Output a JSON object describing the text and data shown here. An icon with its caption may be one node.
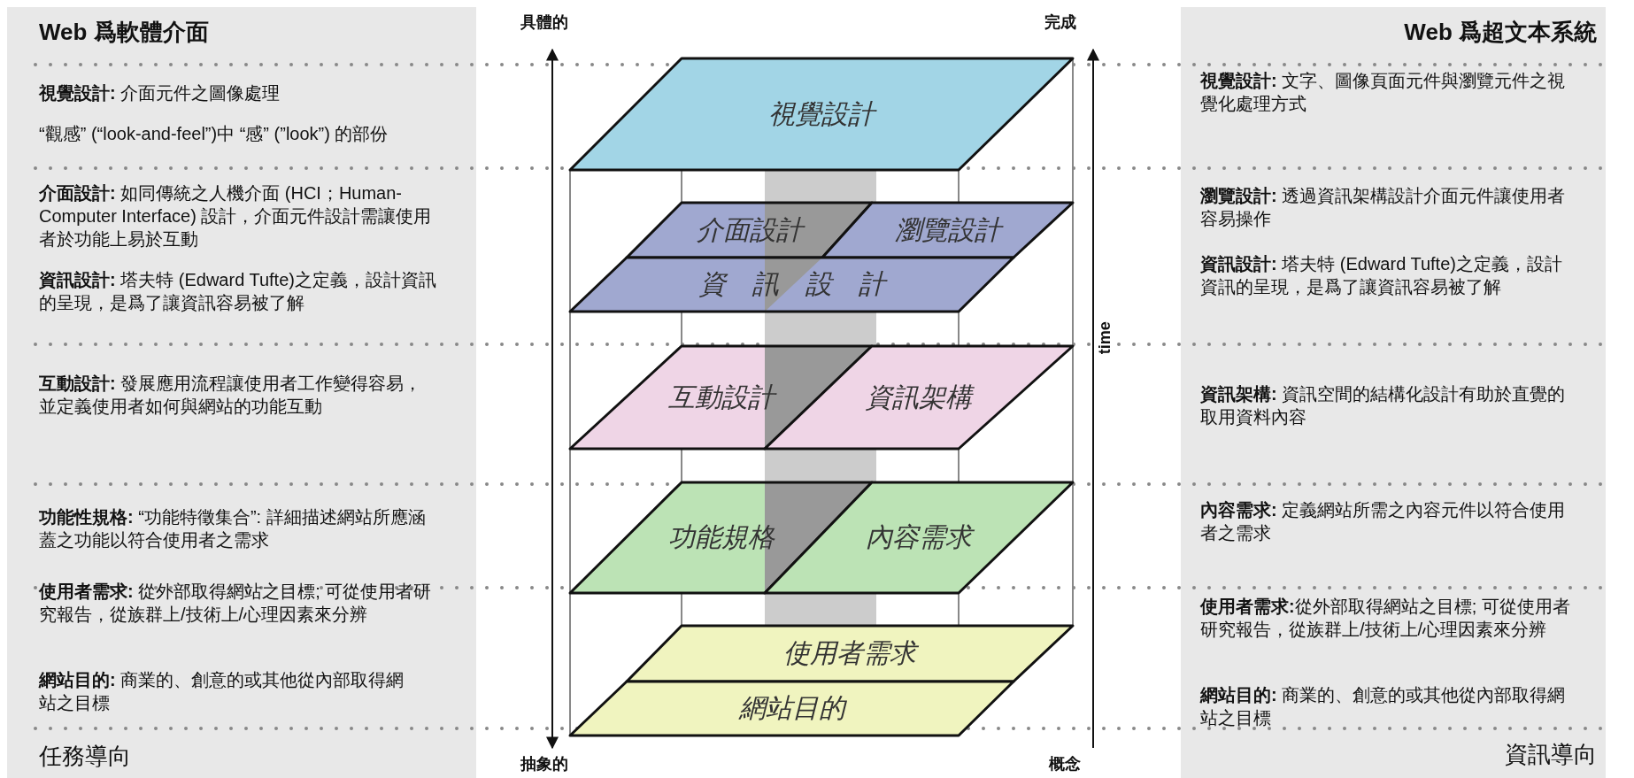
{
  "diagram": {
    "nodes": [
      {
        "text": [
          "視覺設計"
        ]
      },
      {
        "text": [
          "介面設計"
        ]
      },
      {
        "text": [
          "瀏覽設計"
        ]
      },
      {
        "text": [
          "資　訊　設　計"
        ]
      },
      {
        "text": [
          "互動設計"
        ]
      },
      {
        "text": [
          "資訊架構"
        ]
      },
      {
        "text": [
          "功能規格"
        ]
      },
      {
        "text": [
          "內容需求"
        ]
      },
      {
        "text": [
          "使用者需求"
        ]
      },
      {
        "text": [
          "網站目的"
        ]
      }
    ],
    "labels": [
      "Web 爲軟體介面",
      "**視覺設計:** 介面元件之圖像處理",
      "“觀感” (“look-and-feel”)中 “感” (”look”) 的部份",
      "**介面設計:** 如同傳統之人機介面 (HCI；Human-Computer Interface) 設計，介面元件設計需讓使用者於功能上易於互動",
      "**資訊設計:** 塔夫特 (Edward Tufte)之定義，設計資訊的呈現，是爲了讓資訊容易被了解",
      "**互動設計:** 發展應用流程讓使用者工作變得容易，並定義使用者如何與網站的功能互動",
      "**功能性規格:** “功能特徵集合”: 詳細描述網站所應涵蓋之功能以符合使用者之需求",
      "**使用者需求:** 從外部取得網站之目標; 可從使用者研究報告，從族群上/技術上/心理因素來分辨",
      "**網站目的:** 商業的、創意的或其他從內部取得網站之目標",
      "任務導向",
      "具體的",
      "完成",
      "time",
      "抽象的",
      "概念",
      "Web 爲超文本系統",
      "**視覺設計:** 文字、圖像頁面元件與瀏覽元件之視覺化處理方式",
      "**瀏覽設計:** 透過資訊架構設計介面元件讓使用者容易操作",
      "**資訊設計:** 塔夫特 (Edward Tufte)之定義，設計資訊的呈現，是爲了讓資訊容易被了解",
      "**資訊架構:** 資訊空間的結構化設計有助於直覺的取用資料內容",
      "**內容需求:** 定義網站所需之內容元件以符合使用者之需求",
      "**使用者需求:**從外部取得網站之目標; 可從使用者研究報告，從族群上/技術上/心理因素來分辨",
      "**網站目的:** 商業的、創意的或其他從內部取得網站之目標",
      "資訊導向"
    ]
  }
}
